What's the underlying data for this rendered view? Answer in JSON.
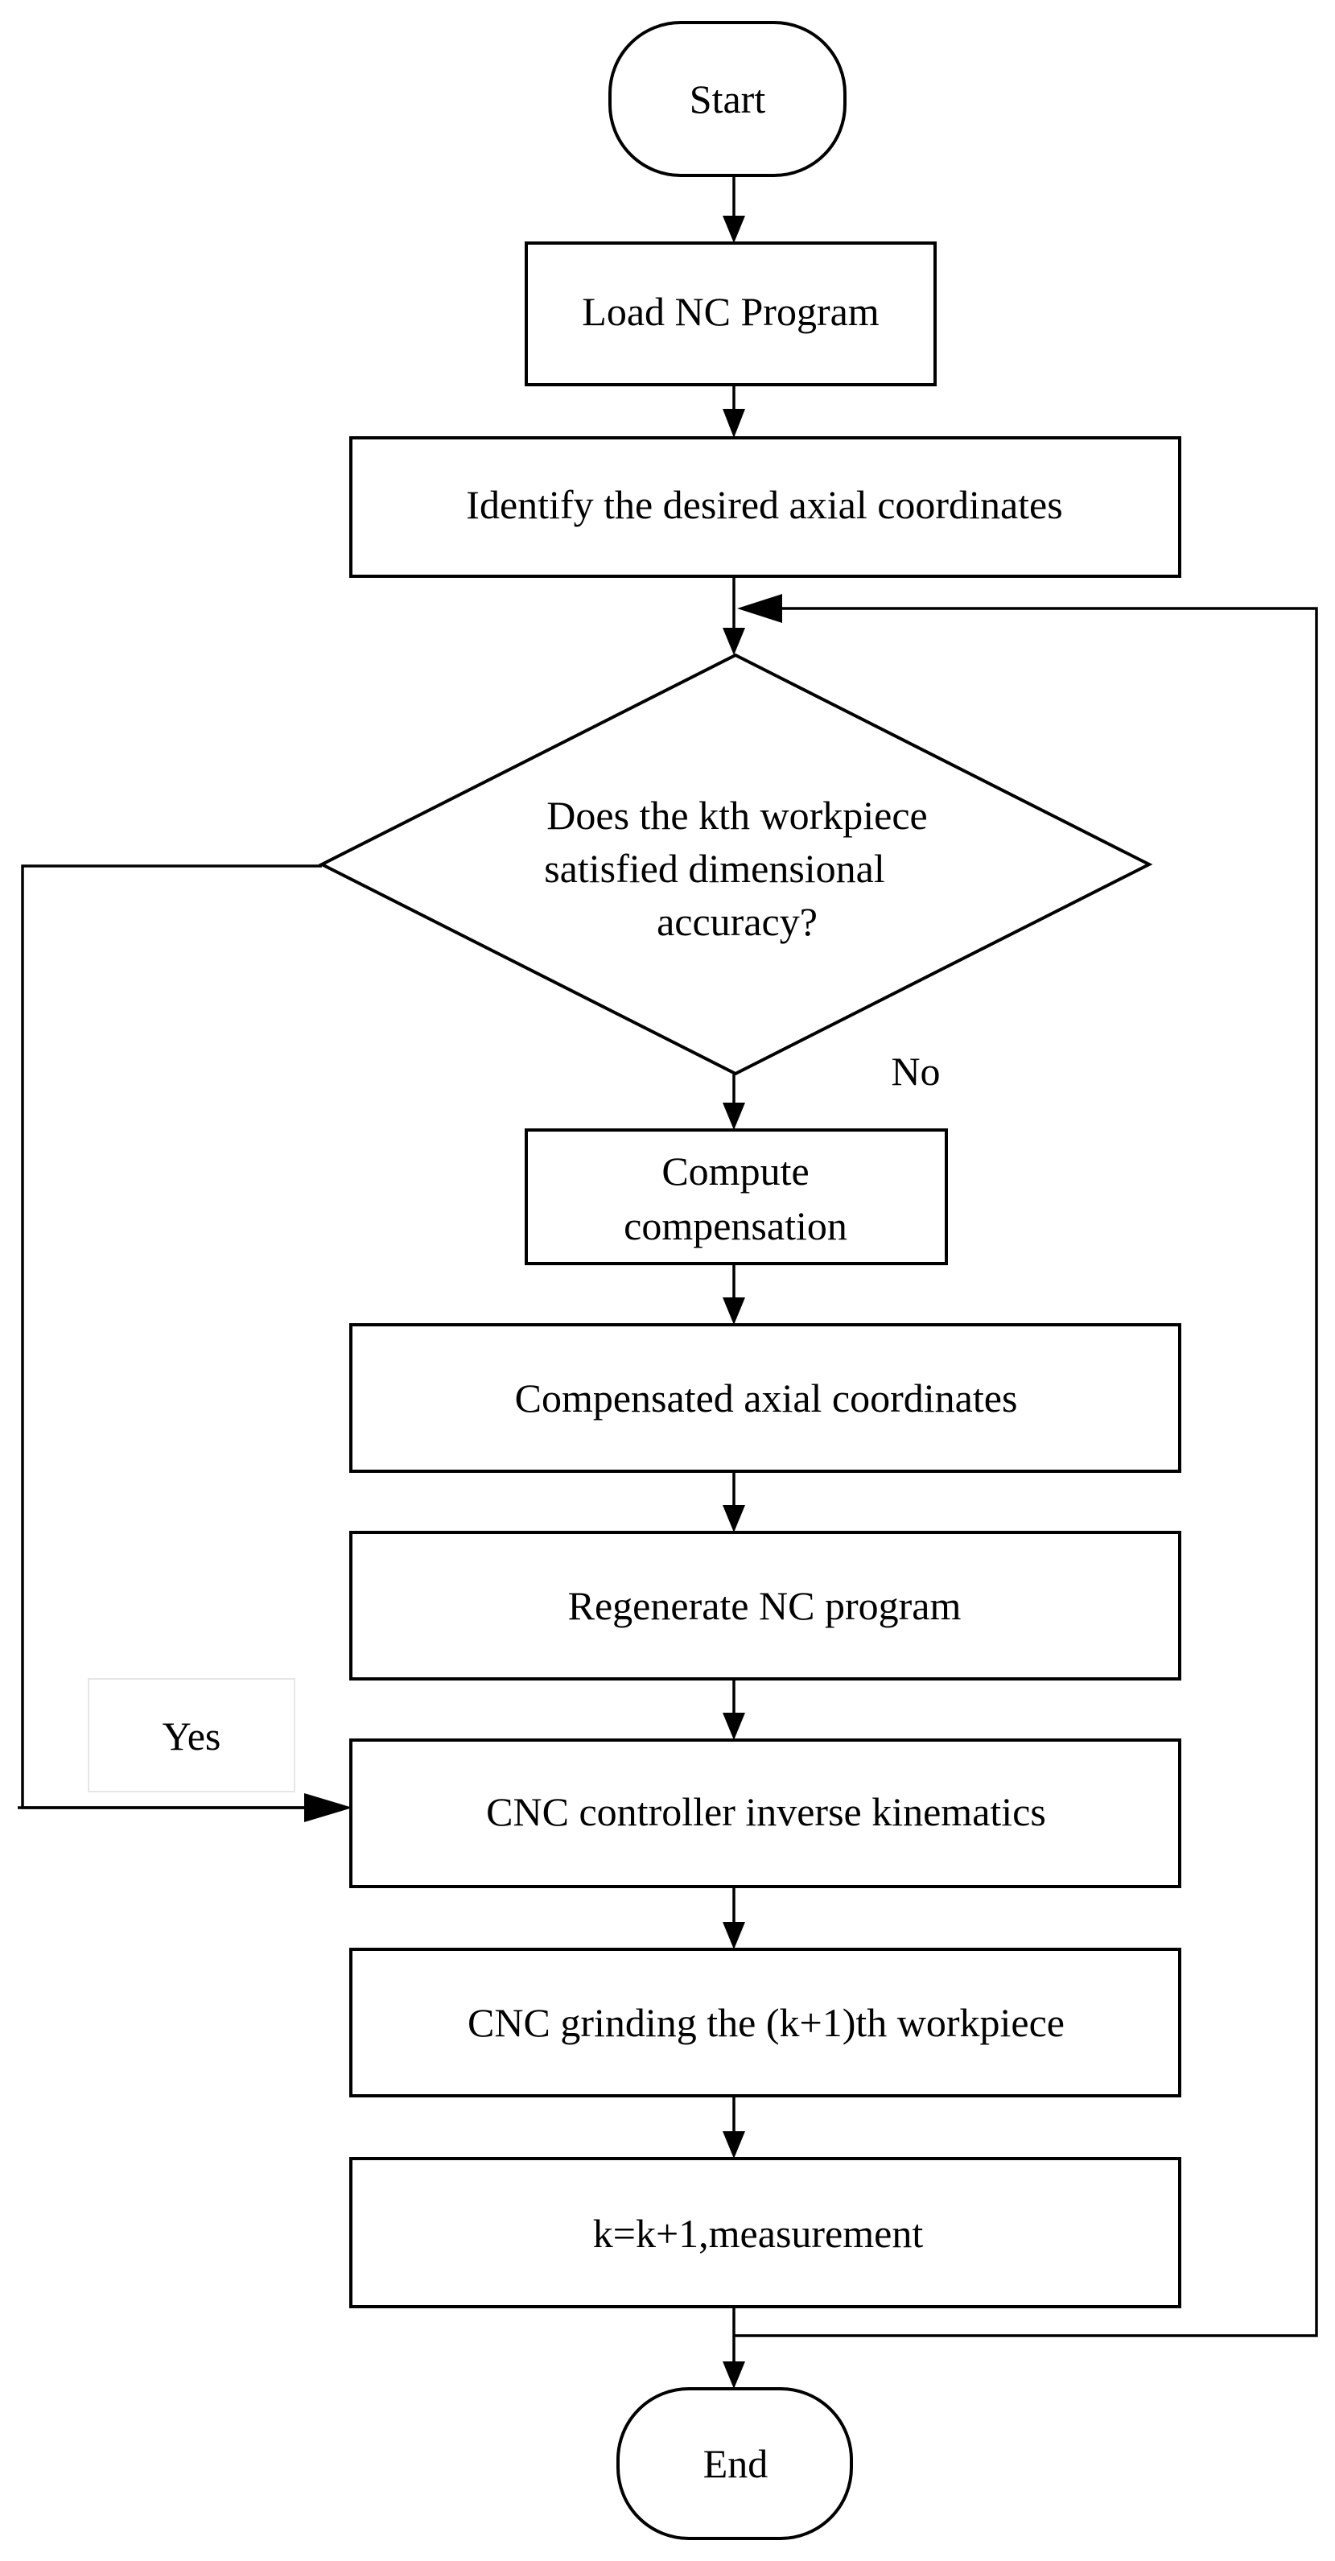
{
  "nodes": {
    "start": "Start",
    "load_nc_program": "Load NC Program",
    "identify_coordinates": "Identify the desired axial coordinates",
    "decision": [
      "Does the kth workpiece",
      "satisfied dimensional",
      "accuracy?"
    ],
    "compute_compensation": [
      "Compute",
      "compensation"
    ],
    "compensated_coordinates": "Compensated axial coordinates",
    "regenerate_nc": "Regenerate NC program",
    "inverse_kinematics": "CNC controller inverse kinematics",
    "cnc_grinding": "CNC grinding the (k+1)th workpiece",
    "measurement": "k=k+1,measurement",
    "end": "End"
  },
  "edges": {
    "no_label": "No",
    "yes_label": "Yes"
  }
}
